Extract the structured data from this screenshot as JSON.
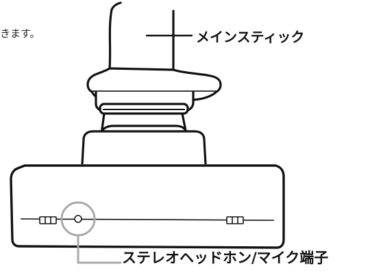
{
  "intro_text_fragment": "きます。",
  "labels": {
    "main_stick": "メインスティック",
    "headphone_jack": "ステレオヘッドホン/マイク端子"
  },
  "colors": {
    "outline": "#111111",
    "callout_line": "#a8a8a8",
    "fill": "#ffffff"
  }
}
